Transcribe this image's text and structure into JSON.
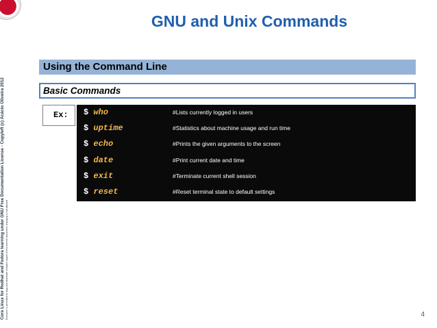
{
  "slide": {
    "title": "GNU and Unix Commands",
    "section": "Using the Command Line",
    "subsection": "Basic Commands",
    "ex_label": "Ex:",
    "page_number": "4"
  },
  "side_note": {
    "line1": "Core Linux for Redhat and Fedora learning under GNU Free Documentation License - Copyleft (c) Acácio Oliveira 2012",
    "line2": "Everyone is permitted to copy and distribute verbatim copies of this license document, changing is not allowed"
  },
  "commands": [
    {
      "prompt": "$",
      "name": "who",
      "comment": "#Lists currently logged in users"
    },
    {
      "prompt": "$",
      "name": "uptime",
      "comment": "#Statistics about machine usage and run time"
    },
    {
      "prompt": "$",
      "name": "echo",
      "comment": "#Prints the given arguments to the screen"
    },
    {
      "prompt": "$",
      "name": "date",
      "comment": "#Print current date and time"
    },
    {
      "prompt": "$",
      "name": "exit",
      "comment": "#Terminate current shell session"
    },
    {
      "prompt": "$",
      "name": "reset",
      "comment": "#Reset terminal state to default settings"
    }
  ],
  "colors": {
    "title": "#1f5fad",
    "section_bar": "#95b3d7",
    "subsection_border": "#4f81bd",
    "terminal_bg": "#0a0a0a",
    "command_name": "#f2b84b"
  },
  "icons": {
    "logo": "red-hat-logo"
  }
}
